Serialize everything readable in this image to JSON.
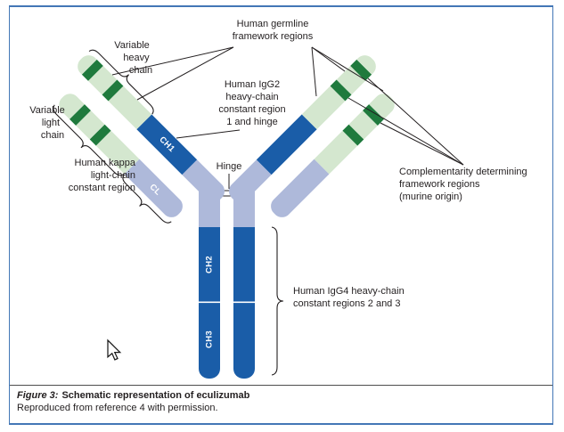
{
  "colors": {
    "dark_blue": "#1a5da8",
    "light_blue": "#aeb9da",
    "light_green": "#d4e7cf",
    "dark_green": "#1f7a3d",
    "border_blue": "#4377b6",
    "text": "#231f20"
  },
  "labels": {
    "germline": [
      "Human germline",
      "framework regions"
    ],
    "variable_heavy": [
      "Variable",
      "heavy",
      "chain"
    ],
    "igg2": [
      "Human IgG2",
      "heavy-chain",
      "constant region",
      "1 and hinge"
    ],
    "hinge": "Hinge",
    "variable_light": [
      "Variable",
      "light",
      "chain"
    ],
    "kappa": [
      "Human kappa",
      "light-chain",
      "constant region"
    ],
    "cdr": [
      "Complementarity determining",
      "framework regions",
      "(murine origin)"
    ],
    "igg4": [
      "Human IgG4 heavy-chain",
      "constant regions 2 and 3"
    ]
  },
  "chain_labels": {
    "ch1": "CH1",
    "cl": "CL",
    "ch2": "CH2",
    "ch3": "CH3"
  },
  "caption": {
    "prefix": "Figure 3:",
    "title": "Schematic representation of eculizumab",
    "source": "Reproduced from reference 4 with permission."
  }
}
